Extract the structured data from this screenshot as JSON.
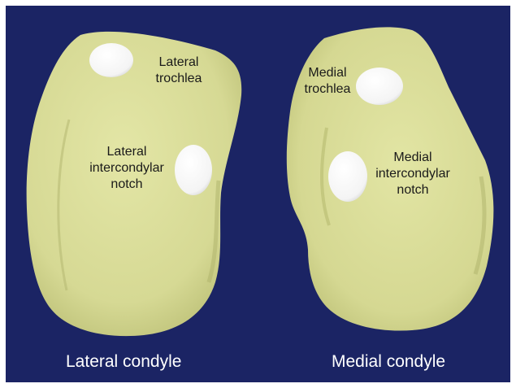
{
  "colors": {
    "background": "#1b2464",
    "bone": "#d9dc9a",
    "marker": "#ffffff",
    "label_text": "#1a1a1a",
    "caption_text": "#ffffff"
  },
  "left_condyle": {
    "caption": "Lateral condyle",
    "trochlea_label": [
      "Lateral",
      "trochlea"
    ],
    "notch_label": [
      "Lateral",
      "intercondylar",
      "notch"
    ]
  },
  "right_condyle": {
    "caption": "Medial condyle",
    "trochlea_label": [
      "Medial",
      "trochlea"
    ],
    "notch_label": [
      "Medial",
      "intercondylar",
      "notch"
    ]
  }
}
